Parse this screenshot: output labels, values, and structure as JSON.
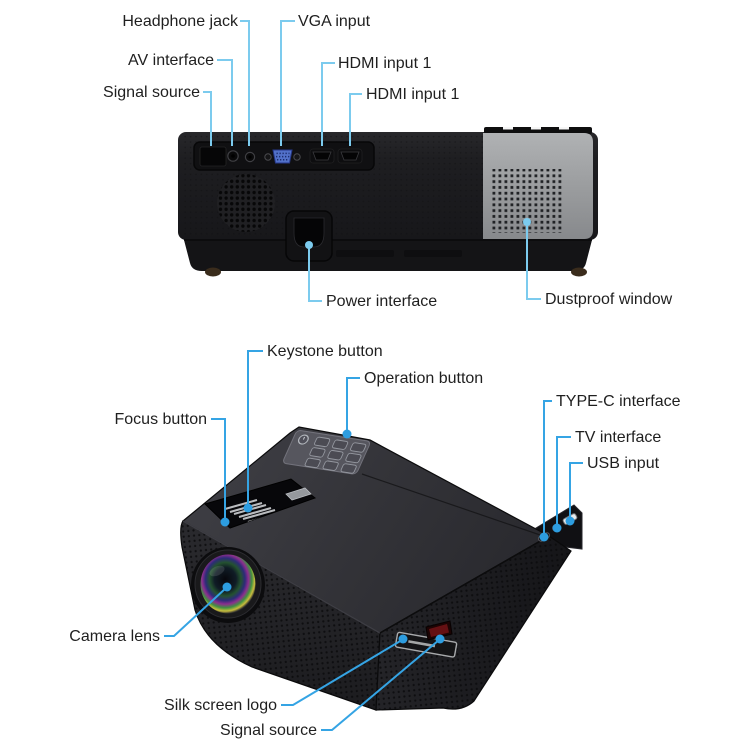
{
  "figure_title": "Projector feature callout diagram",
  "colors": {
    "background": "#ffffff",
    "callout_back_view": "#7ccbee",
    "callout_front_view": "#35a4e4",
    "callout_dot": "#2d9de0",
    "label_text": "#1f1f1f",
    "body_black": "#1d1d1f",
    "dustproof_panel_gray": "#9b9d9f",
    "vga_blue": "#5271c9",
    "ir_window_red": "#6e1215"
  },
  "back_view": {
    "name": "projector rear view",
    "labels": {
      "headphone_jack": "Headphone jack",
      "av_interface": "AV interface",
      "signal_source": "Signal source",
      "vga_input": "VGA input",
      "hdmi_input_1": "HDMI input 1",
      "hdmi_input_2": "HDMI input 1",
      "power_interface": "Power interface",
      "dustproof_window": "Dustproof window"
    }
  },
  "front_view": {
    "name": "projector front three-quarter view",
    "labels": {
      "keystone_button": "Keystone button",
      "operation_button": "Operation button",
      "focus_button": "Focus button",
      "type_c_interface": "TYPE-C interface",
      "tv_interface": "TV interface",
      "usb_input": "USB input",
      "camera_lens": "Camera lens",
      "silk_screen_logo": "Silk screen logo",
      "signal_source": "Signal source"
    }
  }
}
